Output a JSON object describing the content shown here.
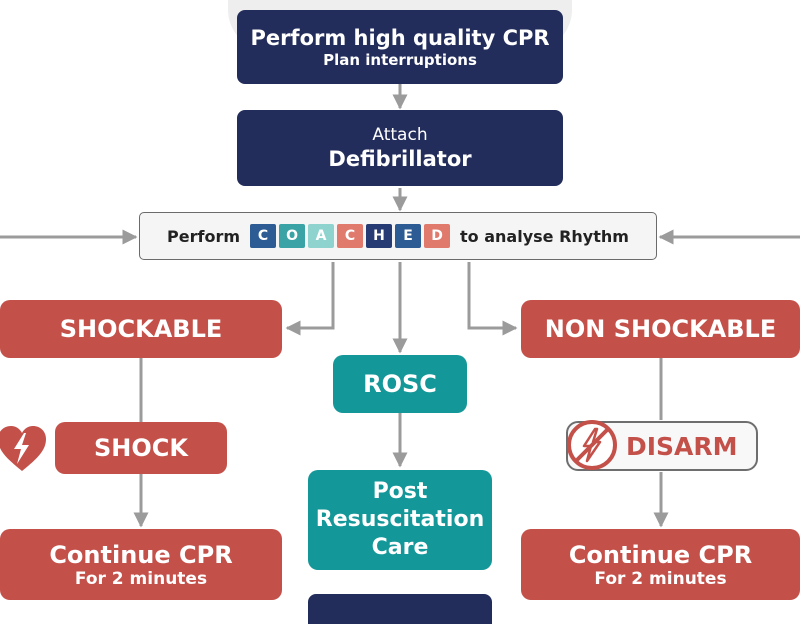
{
  "steps": {
    "cpr": {
      "title": "Perform high quality CPR",
      "subtitle": "Plan interruptions"
    },
    "attach": {
      "line1": "Attach",
      "line2": "Defibrillator"
    },
    "analyse": {
      "prefix": "Perform",
      "acronym": [
        {
          "letter": "C",
          "color": "#2d5b93"
        },
        {
          "letter": "O",
          "color": "#3aa3a5"
        },
        {
          "letter": "A",
          "color": "#8fd3cf"
        },
        {
          "letter": "C",
          "color": "#e07a6d"
        },
        {
          "letter": "H",
          "color": "#263a73"
        },
        {
          "letter": "E",
          "color": "#2d5b93"
        },
        {
          "letter": "D",
          "color": "#e07a6d"
        }
      ],
      "suffix": "to analyse Rhythm"
    },
    "shockable": "SHOCKABLE",
    "non_shockable": "NON SHOCKABLE",
    "rosc": "ROSC",
    "shock": "SHOCK",
    "disarm": "DISARM",
    "post_care": "Post Resuscitation Care",
    "continue_left": {
      "title": "Continue CPR",
      "subtitle": "For 2 minutes"
    },
    "continue_right": {
      "title": "Continue CPR",
      "subtitle": "For 2 minutes"
    }
  },
  "icons": {
    "shock": "heart-lightning-icon",
    "disarm": "lightning-no-icon"
  },
  "colors": {
    "navy": "#232d5b",
    "red": "#c4504a",
    "teal": "#139799",
    "connector": "#9b9b9b"
  }
}
